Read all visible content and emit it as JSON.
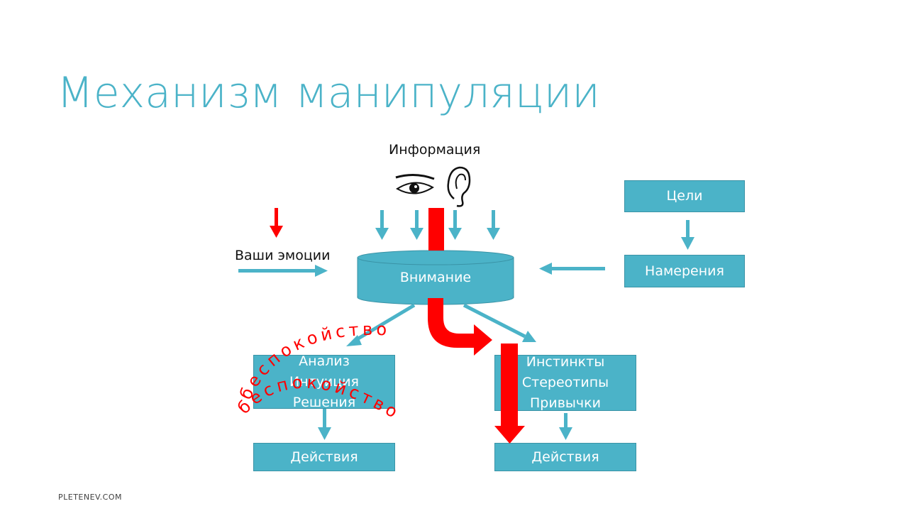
{
  "title": "Механизм манипуляции",
  "footer": "PLETENEV.COM",
  "info_label": "Информация",
  "emotions_label": "Ваши эмоции",
  "attention_label": "Внимание",
  "goals_label": "Цели",
  "intentions_label": "Намерения",
  "left_box": {
    "lines": [
      "Анализ",
      "Интуиция",
      "Решения"
    ]
  },
  "right_box": {
    "lines": [
      "Инстинкты",
      "Стереотипы",
      "Привычки"
    ]
  },
  "left_action": "Действия",
  "right_action": "Действия",
  "anxiety_text": "беспокойство",
  "colors": {
    "accent": "#4bb3c8",
    "red": "#ff0000",
    "title": "#4bb3c8"
  },
  "icons": [
    "eye-icon",
    "ear-icon"
  ]
}
